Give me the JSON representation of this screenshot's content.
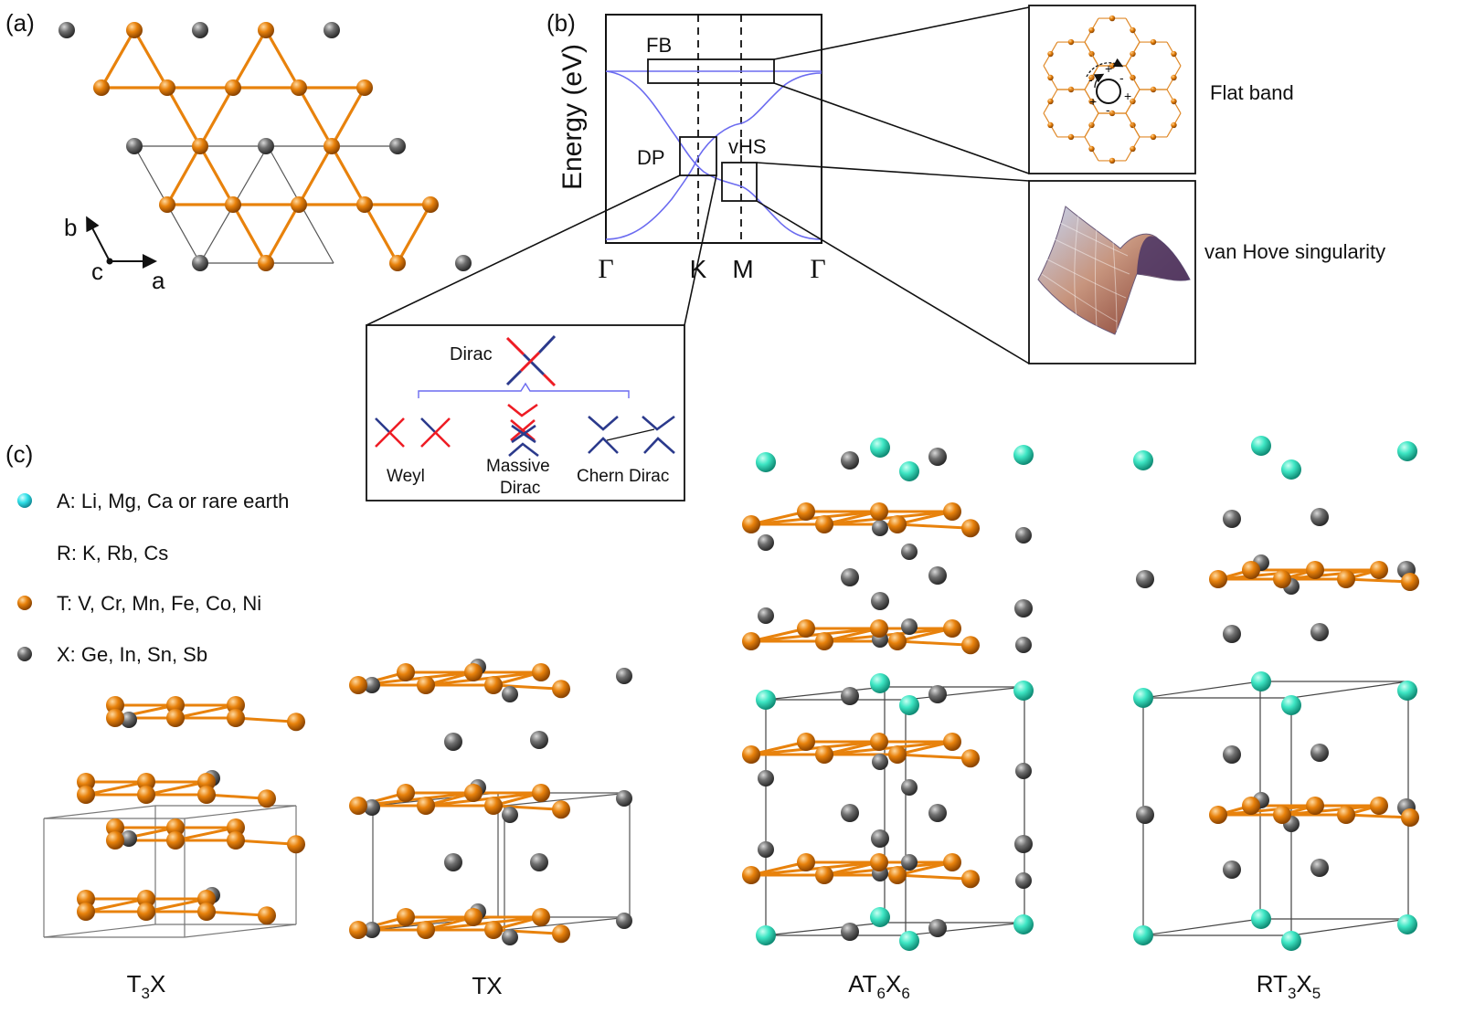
{
  "panels": {
    "a": "(a)",
    "b": "(b)",
    "c": "(c)"
  },
  "lattice_axes": {
    "a": "a",
    "b": "b",
    "c": "c"
  },
  "band_plot": {
    "ylabel": "Energy (eV)",
    "kpoints": [
      "Γ",
      "K",
      "M",
      "Γ"
    ],
    "tags": {
      "fb": "FB",
      "dp": "DP",
      "vhs": "vHS"
    }
  },
  "insets": {
    "flat_band": "Flat band",
    "vhs": "van Hove singularity",
    "loop_signs": [
      "+",
      "-",
      "+",
      "-",
      "+",
      "-"
    ]
  },
  "dirac_box": {
    "root": "Dirac",
    "weyl": "Weyl",
    "massive_line1": "Massive",
    "massive_line2": "Dirac",
    "chern": "Chern Dirac"
  },
  "legend": [
    {
      "key": "A",
      "text": "A: Li, Mg, Ca or rare earth",
      "color": "#2fe0c8"
    },
    {
      "key": "R",
      "text": "R: K, Rb, Cs",
      "color": null
    },
    {
      "key": "T",
      "text": "T: V, Cr, Mn, Fe, Co, Ni",
      "color": "#e8820c"
    },
    {
      "key": "X",
      "text": "X: Ge, In, Sn, Sb",
      "color": "#6e6e6e"
    }
  ],
  "structures": [
    {
      "main": "T",
      "sub1": "3",
      "mid": "X",
      "sub2": ""
    },
    {
      "main": "TX",
      "sub1": "",
      "mid": "",
      "sub2": ""
    },
    {
      "main": "AT",
      "sub1": "6",
      "mid": "X",
      "sub2": "6"
    },
    {
      "main": "RT",
      "sub1": "3",
      "mid": "X",
      "sub2": "5"
    }
  ],
  "colors": {
    "T": "#e8820c",
    "X": "#707070",
    "A": "#3ee6c4",
    "band": "#6b6bf0",
    "red": "#ee1c24",
    "navy": "#2b3a8c"
  }
}
